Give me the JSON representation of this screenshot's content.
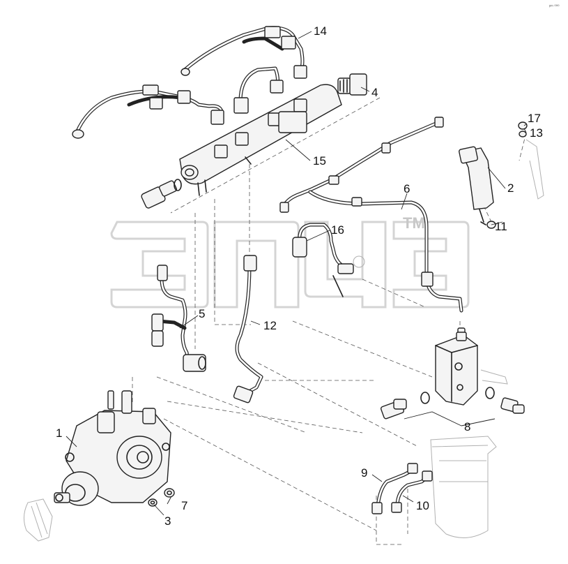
{
  "corner_text": "ᵖᵐ ⁰⁰⁰",
  "watermark": {
    "tm": "TM"
  },
  "callouts": [
    {
      "id": "1",
      "label": "1"
    },
    {
      "id": "2",
      "label": "2"
    },
    {
      "id": "3",
      "label": "3"
    },
    {
      "id": "4",
      "label": "4"
    },
    {
      "id": "5",
      "label": "5"
    },
    {
      "id": "6",
      "label": "6"
    },
    {
      "id": "7",
      "label": "7"
    },
    {
      "id": "8",
      "label": "8"
    },
    {
      "id": "9",
      "label": "9"
    },
    {
      "id": "10",
      "label": "10"
    },
    {
      "id": "11",
      "label": "11"
    },
    {
      "id": "12",
      "label": "12"
    },
    {
      "id": "13",
      "label": "13"
    },
    {
      "id": "14",
      "label": "14"
    },
    {
      "id": "15",
      "label": "15"
    },
    {
      "id": "16",
      "label": "16"
    },
    {
      "id": "17",
      "label": "17"
    }
  ]
}
